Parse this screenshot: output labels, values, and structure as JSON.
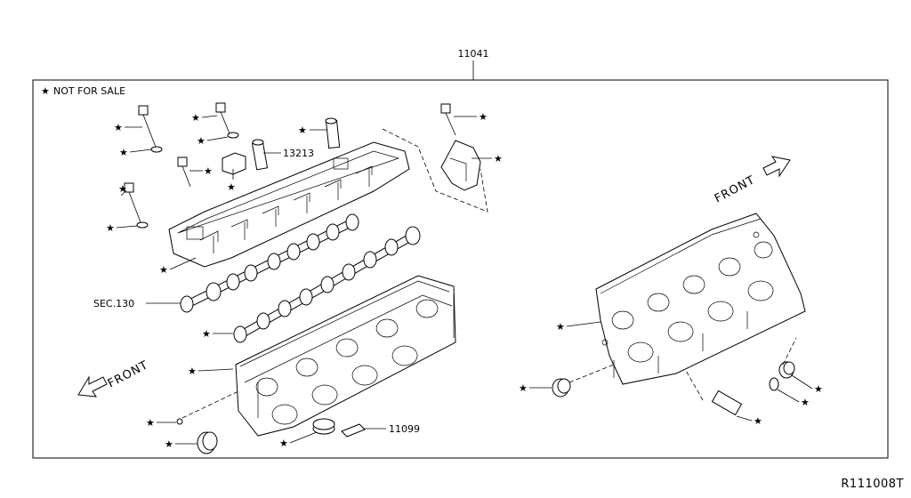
{
  "assembly_number": "11041",
  "legend": {
    "symbol": "★",
    "text": "NOT FOR SALE"
  },
  "callouts": {
    "p13213": "13213",
    "sec130": "SEC.130",
    "p11099": "11099"
  },
  "front_labels": {
    "left": "FRONT",
    "right": "FRONT"
  },
  "figure_code": "R111008T",
  "star_symbol": "★"
}
